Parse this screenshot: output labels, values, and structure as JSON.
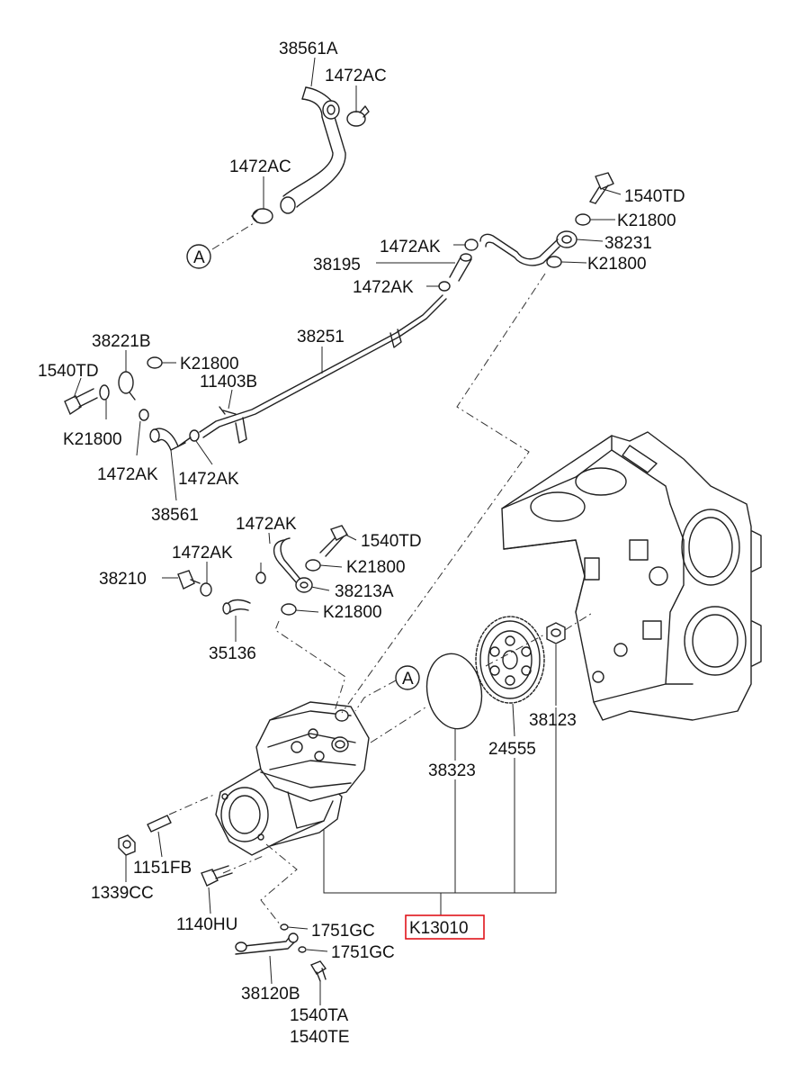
{
  "labels": {
    "p38561A": "38561A",
    "p1472AC_top": "1472AC",
    "p1472AC_mid": "1472AC",
    "refA_top": "A",
    "p1540TD_top": "1540TD",
    "pK21800_1": "K21800",
    "p38231": "38231",
    "pK21800_2": "K21800",
    "p1472AK_1": "1472AK",
    "p38195": "38195",
    "p1472AK_2": "1472AK",
    "p38221B": "38221B",
    "pK21800_3": "K21800",
    "p38251": "38251",
    "p1540TD_left": "1540TD",
    "p11403B": "11403B",
    "pK21800_4": "K21800",
    "p1472AK_3": "1472AK",
    "p1472AK_4": "1472AK",
    "p38561": "38561",
    "p1472AK_5": "1472AK",
    "p1540TD_mid": "1540TD",
    "p1472AK_6": "1472AK",
    "pK21800_5": "K21800",
    "p38210": "38210",
    "p38213A": "38213A",
    "pK21800_6": "K21800",
    "p35136": "35136",
    "refA_bottom": "A",
    "p38123": "38123",
    "p24555": "24555",
    "p38323": "38323",
    "p1151FB": "1151FB",
    "p1339CC": "1339CC",
    "p1140HU": "1140HU",
    "p1751GC_1": "1751GC",
    "pK13010": "K13010",
    "p1751GC_2": "1751GC",
    "p38120B": "38120B",
    "p1540TA": "1540TA",
    "p1540TE": "1540TE"
  },
  "colors": {
    "line": "#222222",
    "highlight": "#e0141b",
    "background": "#ffffff"
  }
}
